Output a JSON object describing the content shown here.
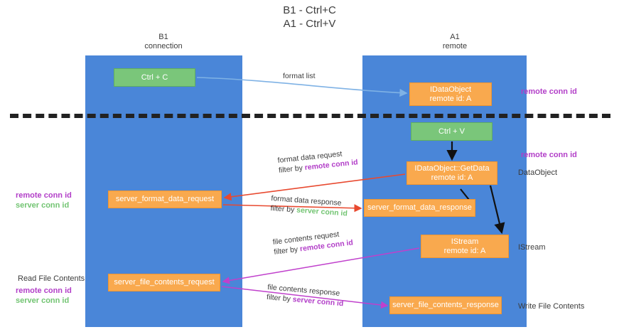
{
  "title": {
    "line1": "B1 - Ctrl+C",
    "line2": "A1 - Ctrl+V"
  },
  "columns": {
    "left": {
      "name": "B1",
      "role": "connection"
    },
    "right": {
      "name": "A1",
      "role": "remote"
    }
  },
  "nodes": {
    "ctrl_c": {
      "label": "Ctrl + C",
      "color": "#7ac67a"
    },
    "idataobject": {
      "line1": "IDataObject",
      "line2": "remote id: A",
      "color": "#f9a94e"
    },
    "ctrl_v": {
      "label": "Ctrl + V",
      "color": "#7ac67a"
    },
    "getdata": {
      "line1": "IDataObject::GetData",
      "line2": "remote id: A",
      "color": "#f9a94e"
    },
    "server_format_data_request": {
      "label": "server_format_data_request",
      "color": "#f9a94e"
    },
    "server_format_data_response": {
      "label": "server_format_data_response",
      "color": "#f9a94e"
    },
    "istream": {
      "line1": "IStream",
      "line2": "remote id: A",
      "color": "#f9a94e"
    },
    "server_file_contents_request": {
      "label": "server_file_contents_request",
      "color": "#f9a94e"
    },
    "server_file_contents_response": {
      "label": "server_file_contents_response",
      "color": "#f9a94e"
    }
  },
  "arrow_labels": {
    "format_list": "format list",
    "format_data_request": "format data request",
    "format_data_request_filter_prefix": "filter by ",
    "format_data_request_filter_key": "remote conn id",
    "format_data_response": "format data response",
    "format_data_response_filter_prefix": "filter by ",
    "format_data_response_filter_key": "server conn id",
    "file_contents_request": "file contents request",
    "file_contents_request_filter_prefix": "filter by ",
    "file_contents_request_filter_key": "remote conn id",
    "file_contents_response": "file contents response",
    "file_contents_response_filter_prefix": "filter by ",
    "file_contents_response_filter_key": "server conn id"
  },
  "annotations": {
    "right_remote_conn_id_top": "remote conn id",
    "right_remote_conn_id_mid": "remote conn id",
    "right_dataobject": "DataObject",
    "right_istream": "IStream",
    "right_write_file_contents": "Write File Contents",
    "left_remote_conn_id": "remote conn id",
    "left_server_conn_id": "server conn id",
    "left_read_file_contents": "Read File Contents",
    "left_remote_conn_id_2": "remote conn id",
    "left_server_conn_id_2": "server conn id"
  },
  "colors": {
    "lane": "#4a86d8",
    "green_node": "#7ac67a",
    "orange_node": "#f9a94e",
    "purple_key": "#b23ec8",
    "green_key": "#72c472",
    "arrow_blue": "#7fb2e5",
    "arrow_red": "#e8492f",
    "arrow_magenta": "#c040cc",
    "arrow_black": "#111111",
    "divider": "#222222"
  }
}
